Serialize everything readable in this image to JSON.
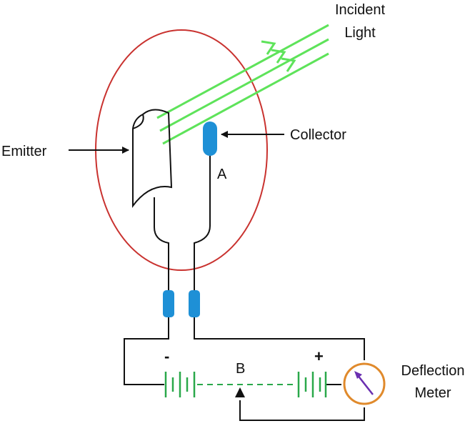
{
  "labels": {
    "incident_light_line1": "Incident",
    "incident_light_line2": "Light",
    "collector": "Collector",
    "emitter": "Emitter",
    "point_a": "A",
    "point_b": "B",
    "minus": "-",
    "plus": "+",
    "meter_line1": "Deflection",
    "meter_line2": "Meter"
  },
  "colors": {
    "tube": "#c9322f",
    "light": "#5ee35a",
    "electrode": "#1e90d6",
    "battery": "#2aa84a",
    "meter_ring": "#e08a2c",
    "needle": "#6a2fb0",
    "wire": "#111111"
  }
}
